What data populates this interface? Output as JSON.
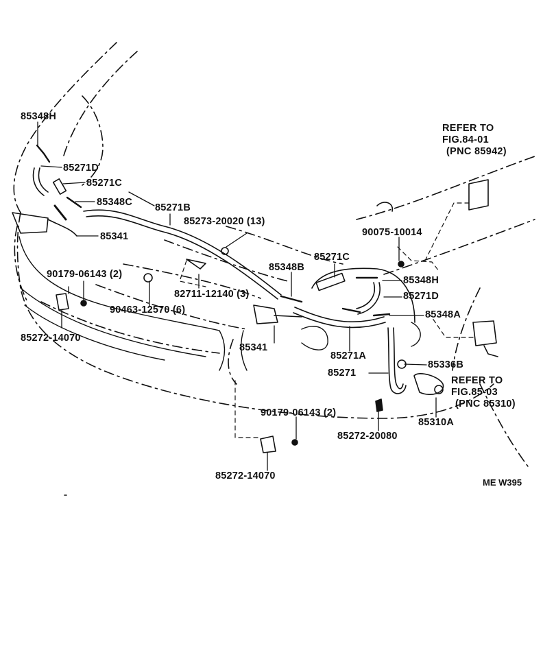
{
  "diagram_code": "ME W395",
  "parts": [
    {
      "id": "p01",
      "label": "85348H"
    },
    {
      "id": "p02",
      "label": "85271D"
    },
    {
      "id": "p03",
      "label": "85271C"
    },
    {
      "id": "p04",
      "label": "85348C"
    },
    {
      "id": "p05",
      "label": "85271B"
    },
    {
      "id": "p06",
      "label": "85273-20020 (13)"
    },
    {
      "id": "p07",
      "label": "85341"
    },
    {
      "id": "p08",
      "label": "90179-06143 (2)"
    },
    {
      "id": "p09",
      "label": "82711-12140 (3)"
    },
    {
      "id": "p10",
      "label": "90463-12570 (6)"
    },
    {
      "id": "p11",
      "label": "85272-14070"
    },
    {
      "id": "p12",
      "label": "85348B"
    },
    {
      "id": "p13",
      "label": "85271C"
    },
    {
      "id": "p14",
      "label": "90075-10014"
    },
    {
      "id": "p15",
      "label": "85348H"
    },
    {
      "id": "p16",
      "label": "85271D"
    },
    {
      "id": "p17",
      "label": "85348A"
    },
    {
      "id": "p18",
      "label": "85341"
    },
    {
      "id": "p19",
      "label": "85271A"
    },
    {
      "id": "p20",
      "label": "85271"
    },
    {
      "id": "p21",
      "label": "85336B"
    },
    {
      "id": "p22",
      "label": "90179-06143 (2)"
    },
    {
      "id": "p23",
      "label": "85272-20080"
    },
    {
      "id": "p24",
      "label": "85310A"
    },
    {
      "id": "p25",
      "label": "85272-14070"
    }
  ],
  "references": [
    {
      "id": "r1",
      "lines": [
        "REFER TO",
        "FIG.84-01",
        "(PNC 85942)"
      ]
    },
    {
      "id": "r2",
      "lines": [
        "REFER TO",
        "FIG.85-03",
        "(PNC 85310)"
      ]
    }
  ]
}
